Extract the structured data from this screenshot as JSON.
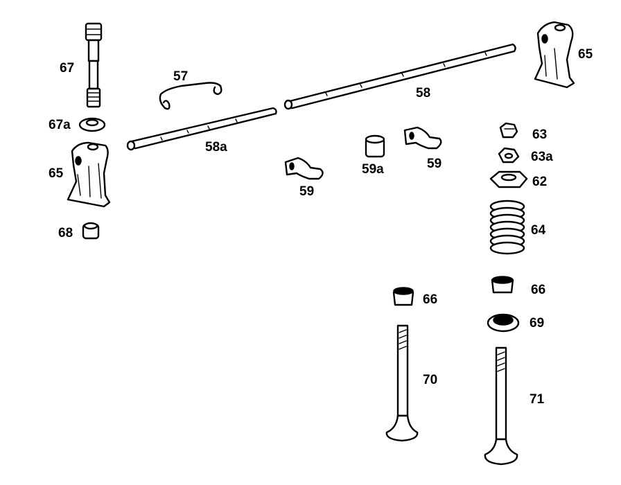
{
  "diagram": {
    "labels": {
      "l67": "67",
      "l67a": "67a",
      "l65_left": "65",
      "l68": "68",
      "l57": "57",
      "l58a": "58a",
      "l58": "58",
      "l65_right": "65",
      "l59a": "59a",
      "l59_right": "59",
      "l59_left": "59",
      "l63": "63",
      "l63a": "63a",
      "l62": "62",
      "l64": "64",
      "l66_left": "66",
      "l66_right": "66",
      "l69": "69",
      "l70": "70",
      "l71": "71"
    }
  }
}
